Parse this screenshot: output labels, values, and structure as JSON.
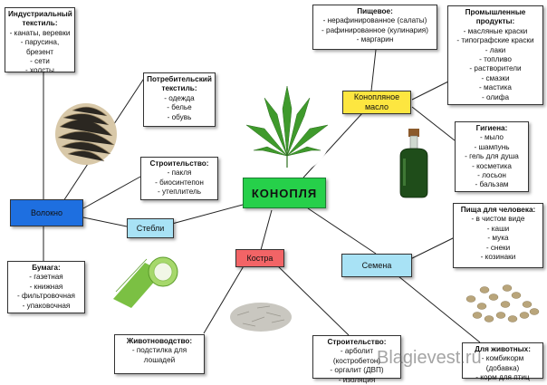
{
  "center": {
    "title": "КОНОПЛЯ"
  },
  "hubs": {
    "fiber": "Волокно",
    "stems": "Стебли",
    "kostra": "Костра",
    "oil": "Конопляное масло",
    "seeds": "Семена"
  },
  "boxes": {
    "industrial_textile": {
      "title": "Индустриальный текстиль:",
      "items": [
        "- канаты, веревки",
        "- парусина, брезент",
        "- сети",
        "- холсты"
      ]
    },
    "consumer_textile": {
      "title": "Потребительский текстиль:",
      "items": [
        "- одежда",
        "- белье",
        "- обувь"
      ]
    },
    "construction_fiber": {
      "title": "Строительство:",
      "items": [
        "- пакля",
        "- биосинтепон",
        "- утеплитель"
      ]
    },
    "paper": {
      "title": "Бумага:",
      "items": [
        "- газетная",
        "- книжная",
        "- фильтровочная",
        "- упаковочная"
      ]
    },
    "livestock": {
      "title": "Животноводство:",
      "items": [
        "- подстилка для",
        "лошадей"
      ]
    },
    "construction_kostra": {
      "title": "Строительство:",
      "items": [
        "- арболит (костробетон)",
        "- оргалит (ДВП)",
        "- изоляция"
      ]
    },
    "food": {
      "title": "Пищевое:",
      "items": [
        "- нерафинированное (салаты)",
        "- рафинированное (кулинария)",
        "- маргарин"
      ]
    },
    "industrial_products": {
      "title": "Промышленные продукты:",
      "items": [
        "- масляные краски",
        "- типографские краски",
        "- лаки",
        "- топливо",
        "- растворители",
        "- смазки",
        "- мастика",
        "- олифа"
      ]
    },
    "hygiene": {
      "title": "Гигиена:",
      "items": [
        "- мыло",
        "- шампунь",
        "- гель для душа",
        "- косметика",
        "- лосьон",
        "- бальзам"
      ]
    },
    "human_food": {
      "title": "Пища для человека:",
      "items": [
        "- в чистом виде",
        "- каши",
        "- мука",
        "- снеки",
        "- козинаки"
      ]
    },
    "animal_food": {
      "title": "Для животных:",
      "items": [
        "- комбикорм (добавка)",
        "- корм для птиц"
      ]
    }
  },
  "watermark": "Blagievest.ru",
  "colors": {
    "center": "#26d04a",
    "fiber": "#1e6fe0",
    "stems": "#a8e2f5",
    "kostra": "#f26466",
    "oil": "#fde640",
    "seeds": "#a8e2f5"
  }
}
